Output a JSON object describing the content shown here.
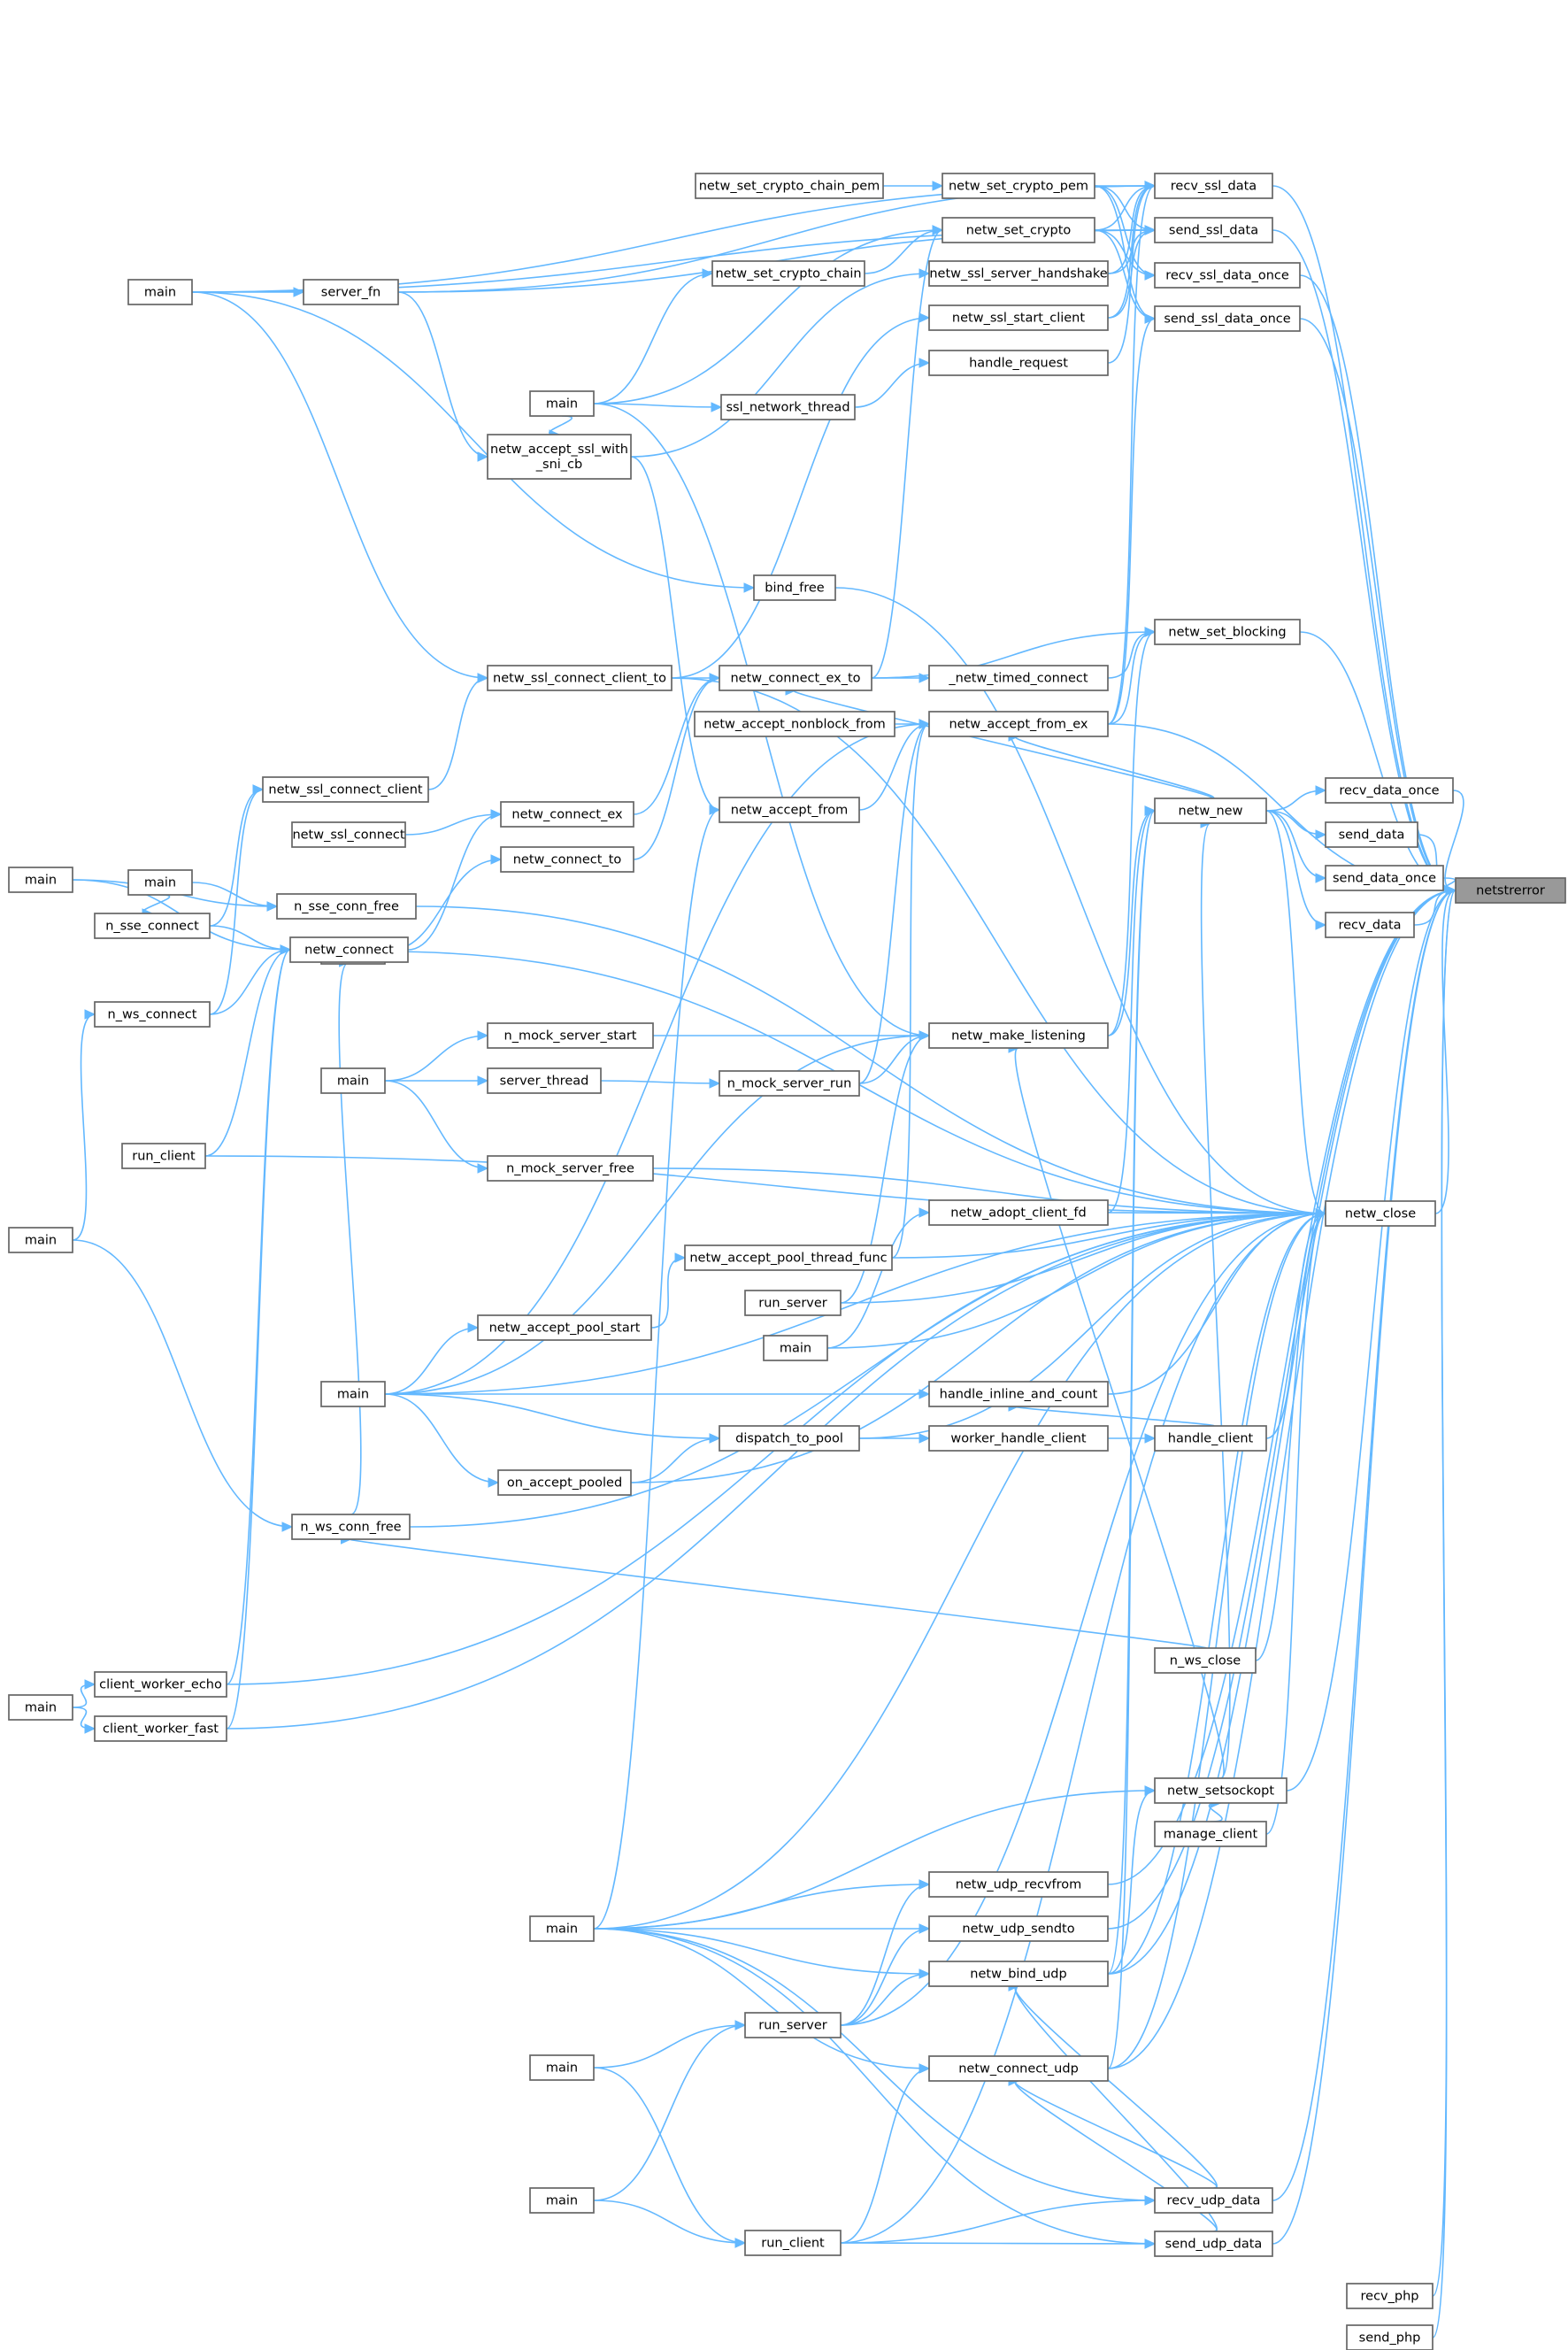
{
  "nodes": [
    {
      "id": "n0",
      "label": "netstrerror"
    },
    {
      "id": "n1",
      "label": "netw_set_crypto_chain_pem"
    },
    {
      "id": "n2",
      "label": "netw_set_crypto_pem"
    },
    {
      "id": "n3",
      "label": "recv_ssl_data"
    },
    {
      "id": "n4",
      "label": "main"
    },
    {
      "id": "n5",
      "label": "server_fn"
    },
    {
      "id": "n6",
      "label": "netw_set_crypto"
    },
    {
      "id": "n7",
      "label": "send_ssl_data"
    },
    {
      "id": "n8",
      "label": "netw_set_crypto_chain"
    },
    {
      "id": "n9",
      "label": "netw_ssl_server_handshake"
    },
    {
      "id": "n10",
      "label": "recv_ssl_data_once"
    },
    {
      "id": "n11",
      "label": "netw_ssl_start_client"
    },
    {
      "id": "n12",
      "label": "send_ssl_data_once"
    },
    {
      "id": "n13",
      "label": "handle_request"
    },
    {
      "id": "n14",
      "label": "main"
    },
    {
      "id": "n15",
      "label": "ssl_network_thread"
    },
    {
      "id": "n16",
      "label": "netw_accept_ssl_with\n_sni_cb"
    },
    {
      "id": "n17",
      "label": "bind_free"
    },
    {
      "id": "n18",
      "label": "netw_set_blocking"
    },
    {
      "id": "n19",
      "label": "netw_ssl_connect_client_to"
    },
    {
      "id": "n20",
      "label": "netw_connect_ex_to"
    },
    {
      "id": "n21",
      "label": "_netw_timed_connect"
    },
    {
      "id": "n22",
      "label": "netw_accept_nonblock_from"
    },
    {
      "id": "n23",
      "label": "netw_accept_from_ex"
    },
    {
      "id": "n24",
      "label": "recv_data_once"
    },
    {
      "id": "n25",
      "label": "netw_ssl_connect_client"
    },
    {
      "id": "n26",
      "label": "netw_accept_from"
    },
    {
      "id": "n27",
      "label": "netw_new"
    },
    {
      "id": "n28",
      "label": "netw_ssl_connect"
    },
    {
      "id": "n29",
      "label": "netw_connect_ex"
    },
    {
      "id": "n30",
      "label": "send_data"
    },
    {
      "id": "n31",
      "label": "main"
    },
    {
      "id": "n32",
      "label": "main"
    },
    {
      "id": "n33",
      "label": "netw_connect_to"
    },
    {
      "id": "n34",
      "label": "send_data_once"
    },
    {
      "id": "n35",
      "label": "n_sse_connect"
    },
    {
      "id": "n36",
      "label": "n_sse_conn_free"
    },
    {
      "id": "n37",
      "label": "recv_data"
    },
    {
      "id": "n38",
      "label": "netw_connect"
    },
    {
      "id": "n39",
      "label": "main"
    },
    {
      "id": "n40",
      "label": "n_ws_connect"
    },
    {
      "id": "n41",
      "label": "n_mock_server_start"
    },
    {
      "id": "n42",
      "label": "netw_make_listening"
    },
    {
      "id": "n43",
      "label": "main"
    },
    {
      "id": "n44",
      "label": "server_thread"
    },
    {
      "id": "n45",
      "label": "n_mock_server_run"
    },
    {
      "id": "n46",
      "label": "run_client"
    },
    {
      "id": "n47",
      "label": "n_mock_server_free"
    },
    {
      "id": "n48",
      "label": "netw_adopt_client_fd"
    },
    {
      "id": "n49",
      "label": "netw_close"
    },
    {
      "id": "n50",
      "label": "main"
    },
    {
      "id": "n51",
      "label": "netw_accept_pool_thread_func"
    },
    {
      "id": "n52",
      "label": "run_server"
    },
    {
      "id": "n53",
      "label": "main"
    },
    {
      "id": "n54",
      "label": "netw_accept_pool_start"
    },
    {
      "id": "n55",
      "label": "main"
    },
    {
      "id": "n56",
      "label": "handle_inline_and_count"
    },
    {
      "id": "n57",
      "label": "handle_client"
    },
    {
      "id": "n58",
      "label": "worker_handle_client"
    },
    {
      "id": "n59",
      "label": "dispatch_to_pool"
    },
    {
      "id": "n60",
      "label": "on_accept_pooled"
    },
    {
      "id": "n61",
      "label": "n_ws_conn_free"
    },
    {
      "id": "n62",
      "label": "n_ws_close"
    },
    {
      "id": "n63",
      "label": "client_worker_echo"
    },
    {
      "id": "n64",
      "label": "main"
    },
    {
      "id": "n65",
      "label": "client_worker_fast"
    },
    {
      "id": "n66",
      "label": "netw_setsockopt"
    },
    {
      "id": "n67",
      "label": "manage_client"
    },
    {
      "id": "n68",
      "label": "netw_udp_recvfrom"
    },
    {
      "id": "n69",
      "label": "main"
    },
    {
      "id": "n70",
      "label": "netw_udp_sendto"
    },
    {
      "id": "n71",
      "label": "netw_bind_udp"
    },
    {
      "id": "n72",
      "label": "run_server"
    },
    {
      "id": "n73",
      "label": "main"
    },
    {
      "id": "n74",
      "label": "netw_connect_udp"
    },
    {
      "id": "n75",
      "label": "main"
    },
    {
      "id": "n76",
      "label": "recv_udp_data"
    },
    {
      "id": "n77",
      "label": "run_client"
    },
    {
      "id": "n78",
      "label": "send_udp_data"
    },
    {
      "id": "n79",
      "label": "recv_php"
    },
    {
      "id": "n80",
      "label": "send_php"
    }
  ],
  "edges": [
    [
      "n3",
      "n0"
    ],
    [
      "n7",
      "n0"
    ],
    [
      "n10",
      "n0"
    ],
    [
      "n12",
      "n0"
    ],
    [
      "n18",
      "n0"
    ],
    [
      "n23",
      "n0"
    ],
    [
      "n24",
      "n0"
    ],
    [
      "n30",
      "n0"
    ],
    [
      "n34",
      "n0"
    ],
    [
      "n37",
      "n0"
    ],
    [
      "n49",
      "n0"
    ],
    [
      "n66",
      "n0"
    ],
    [
      "n68",
      "n0"
    ],
    [
      "n70",
      "n0"
    ],
    [
      "n71",
      "n0"
    ],
    [
      "n74",
      "n0"
    ],
    [
      "n76",
      "n0"
    ],
    [
      "n78",
      "n0"
    ],
    [
      "n79",
      "n0"
    ],
    [
      "n80",
      "n0"
    ],
    [
      "n1",
      "n2"
    ],
    [
      "n2",
      "n3"
    ],
    [
      "n2",
      "n7"
    ],
    [
      "n2",
      "n10"
    ],
    [
      "n2",
      "n12"
    ],
    [
      "n6",
      "n3"
    ],
    [
      "n6",
      "n7"
    ],
    [
      "n6",
      "n10"
    ],
    [
      "n6",
      "n12"
    ],
    [
      "n8",
      "n6"
    ],
    [
      "n14",
      "n8"
    ],
    [
      "n14",
      "n6"
    ],
    [
      "n14",
      "n15"
    ],
    [
      "n9",
      "n3"
    ],
    [
      "n9",
      "n7"
    ],
    [
      "n11",
      "n3"
    ],
    [
      "n11",
      "n7"
    ],
    [
      "n13",
      "n3"
    ],
    [
      "n15",
      "n13"
    ],
    [
      "n16",
      "n9"
    ],
    [
      "n14",
      "n16"
    ],
    [
      "n5",
      "n3"
    ],
    [
      "n5",
      "n7"
    ],
    [
      "n4",
      "n5"
    ],
    [
      "n4",
      "n3"
    ],
    [
      "n4",
      "n7"
    ],
    [
      "n5",
      "n16"
    ],
    [
      "n4",
      "n19"
    ],
    [
      "n4",
      "n17"
    ],
    [
      "n17",
      "n49"
    ],
    [
      "n19",
      "n20"
    ],
    [
      "n19",
      "n11"
    ],
    [
      "n19",
      "n49"
    ],
    [
      "n20",
      "n18"
    ],
    [
      "n20",
      "n21"
    ],
    [
      "n20",
      "n6"
    ],
    [
      "n21",
      "n18"
    ],
    [
      "n22",
      "n23"
    ],
    [
      "n23",
      "n18"
    ],
    [
      "n23",
      "n3"
    ],
    [
      "n23",
      "n12"
    ],
    [
      "n26",
      "n23"
    ],
    [
      "n27",
      "n49"
    ],
    [
      "n27",
      "n20"
    ],
    [
      "n27",
      "n23"
    ],
    [
      "n27",
      "n24"
    ],
    [
      "n27",
      "n30"
    ],
    [
      "n27",
      "n34"
    ],
    [
      "n27",
      "n37"
    ],
    [
      "n25",
      "n19"
    ],
    [
      "n28",
      "n29"
    ],
    [
      "n29",
      "n20"
    ],
    [
      "n33",
      "n20"
    ],
    [
      "n32",
      "n33"
    ],
    [
      "n32",
      "n49"
    ],
    [
      "n35",
      "n25"
    ],
    [
      "n35",
      "n38"
    ],
    [
      "n31",
      "n35"
    ],
    [
      "n36",
      "n49"
    ],
    [
      "n31",
      "n36"
    ],
    [
      "n39",
      "n36"
    ],
    [
      "n39",
      "n38"
    ],
    [
      "n38",
      "n29"
    ],
    [
      "n40",
      "n38"
    ],
    [
      "n40",
      "n25"
    ],
    [
      "n43",
      "n41"
    ],
    [
      "n43",
      "n44"
    ],
    [
      "n43",
      "n47"
    ],
    [
      "n41",
      "n42"
    ],
    [
      "n44",
      "n45"
    ],
    [
      "n45",
      "n42"
    ],
    [
      "n45",
      "n23"
    ],
    [
      "n42",
      "n27"
    ],
    [
      "n42",
      "n18"
    ],
    [
      "n46",
      "n49"
    ],
    [
      "n46",
      "n38"
    ],
    [
      "n47",
      "n49"
    ],
    [
      "n48",
      "n27"
    ],
    [
      "n48",
      "n49"
    ],
    [
      "n50",
      "n40"
    ],
    [
      "n50",
      "n61"
    ],
    [
      "n51",
      "n23"
    ],
    [
      "n51",
      "n49"
    ],
    [
      "n52",
      "n42"
    ],
    [
      "n52",
      "n49"
    ],
    [
      "n53",
      "n48"
    ],
    [
      "n53",
      "n49"
    ],
    [
      "n54",
      "n51"
    ],
    [
      "n55",
      "n54"
    ],
    [
      "n55",
      "n56"
    ],
    [
      "n55",
      "n59"
    ],
    [
      "n55",
      "n60"
    ],
    [
      "n55",
      "n23"
    ],
    [
      "n55",
      "n42"
    ],
    [
      "n55",
      "n49"
    ],
    [
      "n56",
      "n49"
    ],
    [
      "n57",
      "n56"
    ],
    [
      "n57",
      "n49"
    ],
    [
      "n58",
      "n57"
    ],
    [
      "n59",
      "n58"
    ],
    [
      "n59",
      "n49"
    ],
    [
      "n60",
      "n59"
    ],
    [
      "n60",
      "n49"
    ],
    [
      "n61",
      "n49"
    ],
    [
      "n61",
      "n38"
    ],
    [
      "n62",
      "n61"
    ],
    [
      "n62",
      "n49"
    ],
    [
      "n63",
      "n49"
    ],
    [
      "n63",
      "n38"
    ],
    [
      "n64",
      "n63"
    ],
    [
      "n64",
      "n65"
    ],
    [
      "n65",
      "n49"
    ],
    [
      "n65",
      "n38"
    ],
    [
      "n66",
      "n27"
    ],
    [
      "n66",
      "n42"
    ],
    [
      "n67",
      "n66"
    ],
    [
      "n67",
      "n49"
    ],
    [
      "n69",
      "n68"
    ],
    [
      "n69",
      "n70"
    ],
    [
      "n69",
      "n71"
    ],
    [
      "n69",
      "n66"
    ],
    [
      "n69",
      "n26"
    ],
    [
      "n69",
      "n49"
    ],
    [
      "n72",
      "n68"
    ],
    [
      "n72",
      "n70"
    ],
    [
      "n72",
      "n71"
    ],
    [
      "n72",
      "n49"
    ],
    [
      "n73",
      "n72"
    ],
    [
      "n75",
      "n72"
    ],
    [
      "n71",
      "n27"
    ],
    [
      "n71",
      "n66"
    ],
    [
      "n71",
      "n49"
    ],
    [
      "n74",
      "n27"
    ],
    [
      "n74",
      "n49"
    ],
    [
      "n69",
      "n74"
    ],
    [
      "n69",
      "n76"
    ],
    [
      "n69",
      "n78"
    ],
    [
      "n76",
      "n71"
    ],
    [
      "n76",
      "n74"
    ],
    [
      "n78",
      "n71"
    ],
    [
      "n78",
      "n74"
    ],
    [
      "n77",
      "n74"
    ],
    [
      "n77",
      "n76"
    ],
    [
      "n77",
      "n78"
    ],
    [
      "n77",
      "n49"
    ],
    [
      "n73",
      "n77"
    ],
    [
      "n75",
      "n77"
    ],
    [
      "n14",
      "n42"
    ],
    [
      "n16",
      "n26"
    ]
  ]
}
